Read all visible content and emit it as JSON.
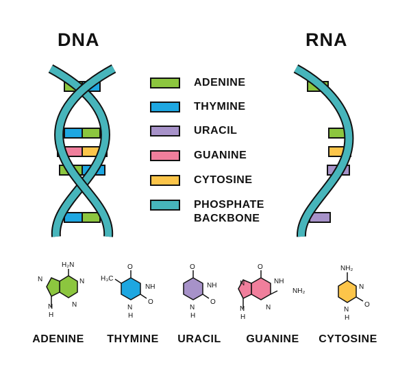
{
  "titles": {
    "dna": "DNA",
    "rna": "RNA"
  },
  "legend": [
    {
      "label": "ADENINE",
      "color": "#8cc63f"
    },
    {
      "label": "THYMINE",
      "color": "#1ea7e1"
    },
    {
      "label": "URACIL",
      "color": "#a792c9"
    },
    {
      "label": "GUANINE",
      "color": "#f07f9c"
    },
    {
      "label": "CYTOSINE",
      "color": "#fcc54a"
    },
    {
      "label": "PHOSPHATE\nBACKBONE",
      "color": "#47b5bb"
    }
  ],
  "molecules": [
    {
      "name": "ADENINE",
      "color": "#8cc63f",
      "atoms": [
        "H₂N",
        "N",
        "N",
        "N",
        "N",
        "H"
      ]
    },
    {
      "name": "THYMINE",
      "color": "#1ea7e1",
      "atoms": [
        "O",
        "H₃C",
        "NH",
        "N",
        "O",
        "H"
      ]
    },
    {
      "name": "URACIL",
      "color": "#a792c9",
      "atoms": [
        "O",
        "NH",
        "N",
        "O",
        "H"
      ]
    },
    {
      "name": "GUANINE",
      "color": "#f07f9c",
      "atoms": [
        "O",
        "N",
        "NH",
        "NH₂",
        "N",
        "N",
        "H"
      ]
    },
    {
      "name": "CYTOSINE",
      "color": "#fcc54a",
      "atoms": [
        "NH₂",
        "N",
        "N",
        "O",
        "H"
      ]
    }
  ],
  "colors": {
    "outline": "#111111",
    "backbone": "#47b5bb"
  }
}
